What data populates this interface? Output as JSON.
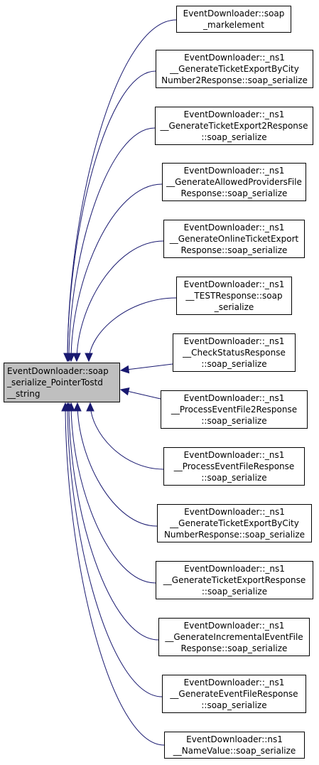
{
  "diagram": {
    "colors": {
      "edge": "#191970",
      "root_fill": "#bfbfbf",
      "node_fill": "#ffffff",
      "border": "#000000"
    },
    "root": {
      "lines": [
        "EventDownloader::soap",
        "_serialize_PointerTostd",
        "__string"
      ]
    },
    "callers": [
      {
        "lines": [
          "EventDownloader::soap",
          "_markelement"
        ]
      },
      {
        "lines": [
          "EventDownloader::_ns1",
          "__GenerateTicketExportByCity",
          "Number2Response::soap_serialize"
        ]
      },
      {
        "lines": [
          "EventDownloader::_ns1",
          "__GenerateTicketExport2Response",
          "::soap_serialize"
        ]
      },
      {
        "lines": [
          "EventDownloader::_ns1",
          "__GenerateAllowedProvidersFile",
          "Response::soap_serialize"
        ]
      },
      {
        "lines": [
          "EventDownloader::_ns1",
          "__GenerateOnlineTicketExport",
          "Response::soap_serialize"
        ]
      },
      {
        "lines": [
          "EventDownloader::_ns1",
          "__TESTResponse::soap",
          "_serialize"
        ]
      },
      {
        "lines": [
          "EventDownloader::_ns1",
          "__CheckStatusResponse",
          "::soap_serialize"
        ]
      },
      {
        "lines": [
          "EventDownloader::_ns1",
          "__ProcessEventFile2Response",
          "::soap_serialize"
        ]
      },
      {
        "lines": [
          "EventDownloader::_ns1",
          "__ProcessEventFileResponse",
          "::soap_serialize"
        ]
      },
      {
        "lines": [
          "EventDownloader::_ns1",
          "__GenerateTicketExportByCity",
          "NumberResponse::soap_serialize"
        ]
      },
      {
        "lines": [
          "EventDownloader::_ns1",
          "__GenerateTicketExportResponse",
          "::soap_serialize"
        ]
      },
      {
        "lines": [
          "EventDownloader::_ns1",
          "__GenerateIncrementalEventFile",
          "Response::soap_serialize"
        ]
      },
      {
        "lines": [
          "EventDownloader::_ns1",
          "__GenerateEventFileResponse",
          "::soap_serialize"
        ]
      },
      {
        "lines": [
          "EventDownloader::ns1",
          "__NameValue::soap_serialize"
        ]
      }
    ]
  }
}
